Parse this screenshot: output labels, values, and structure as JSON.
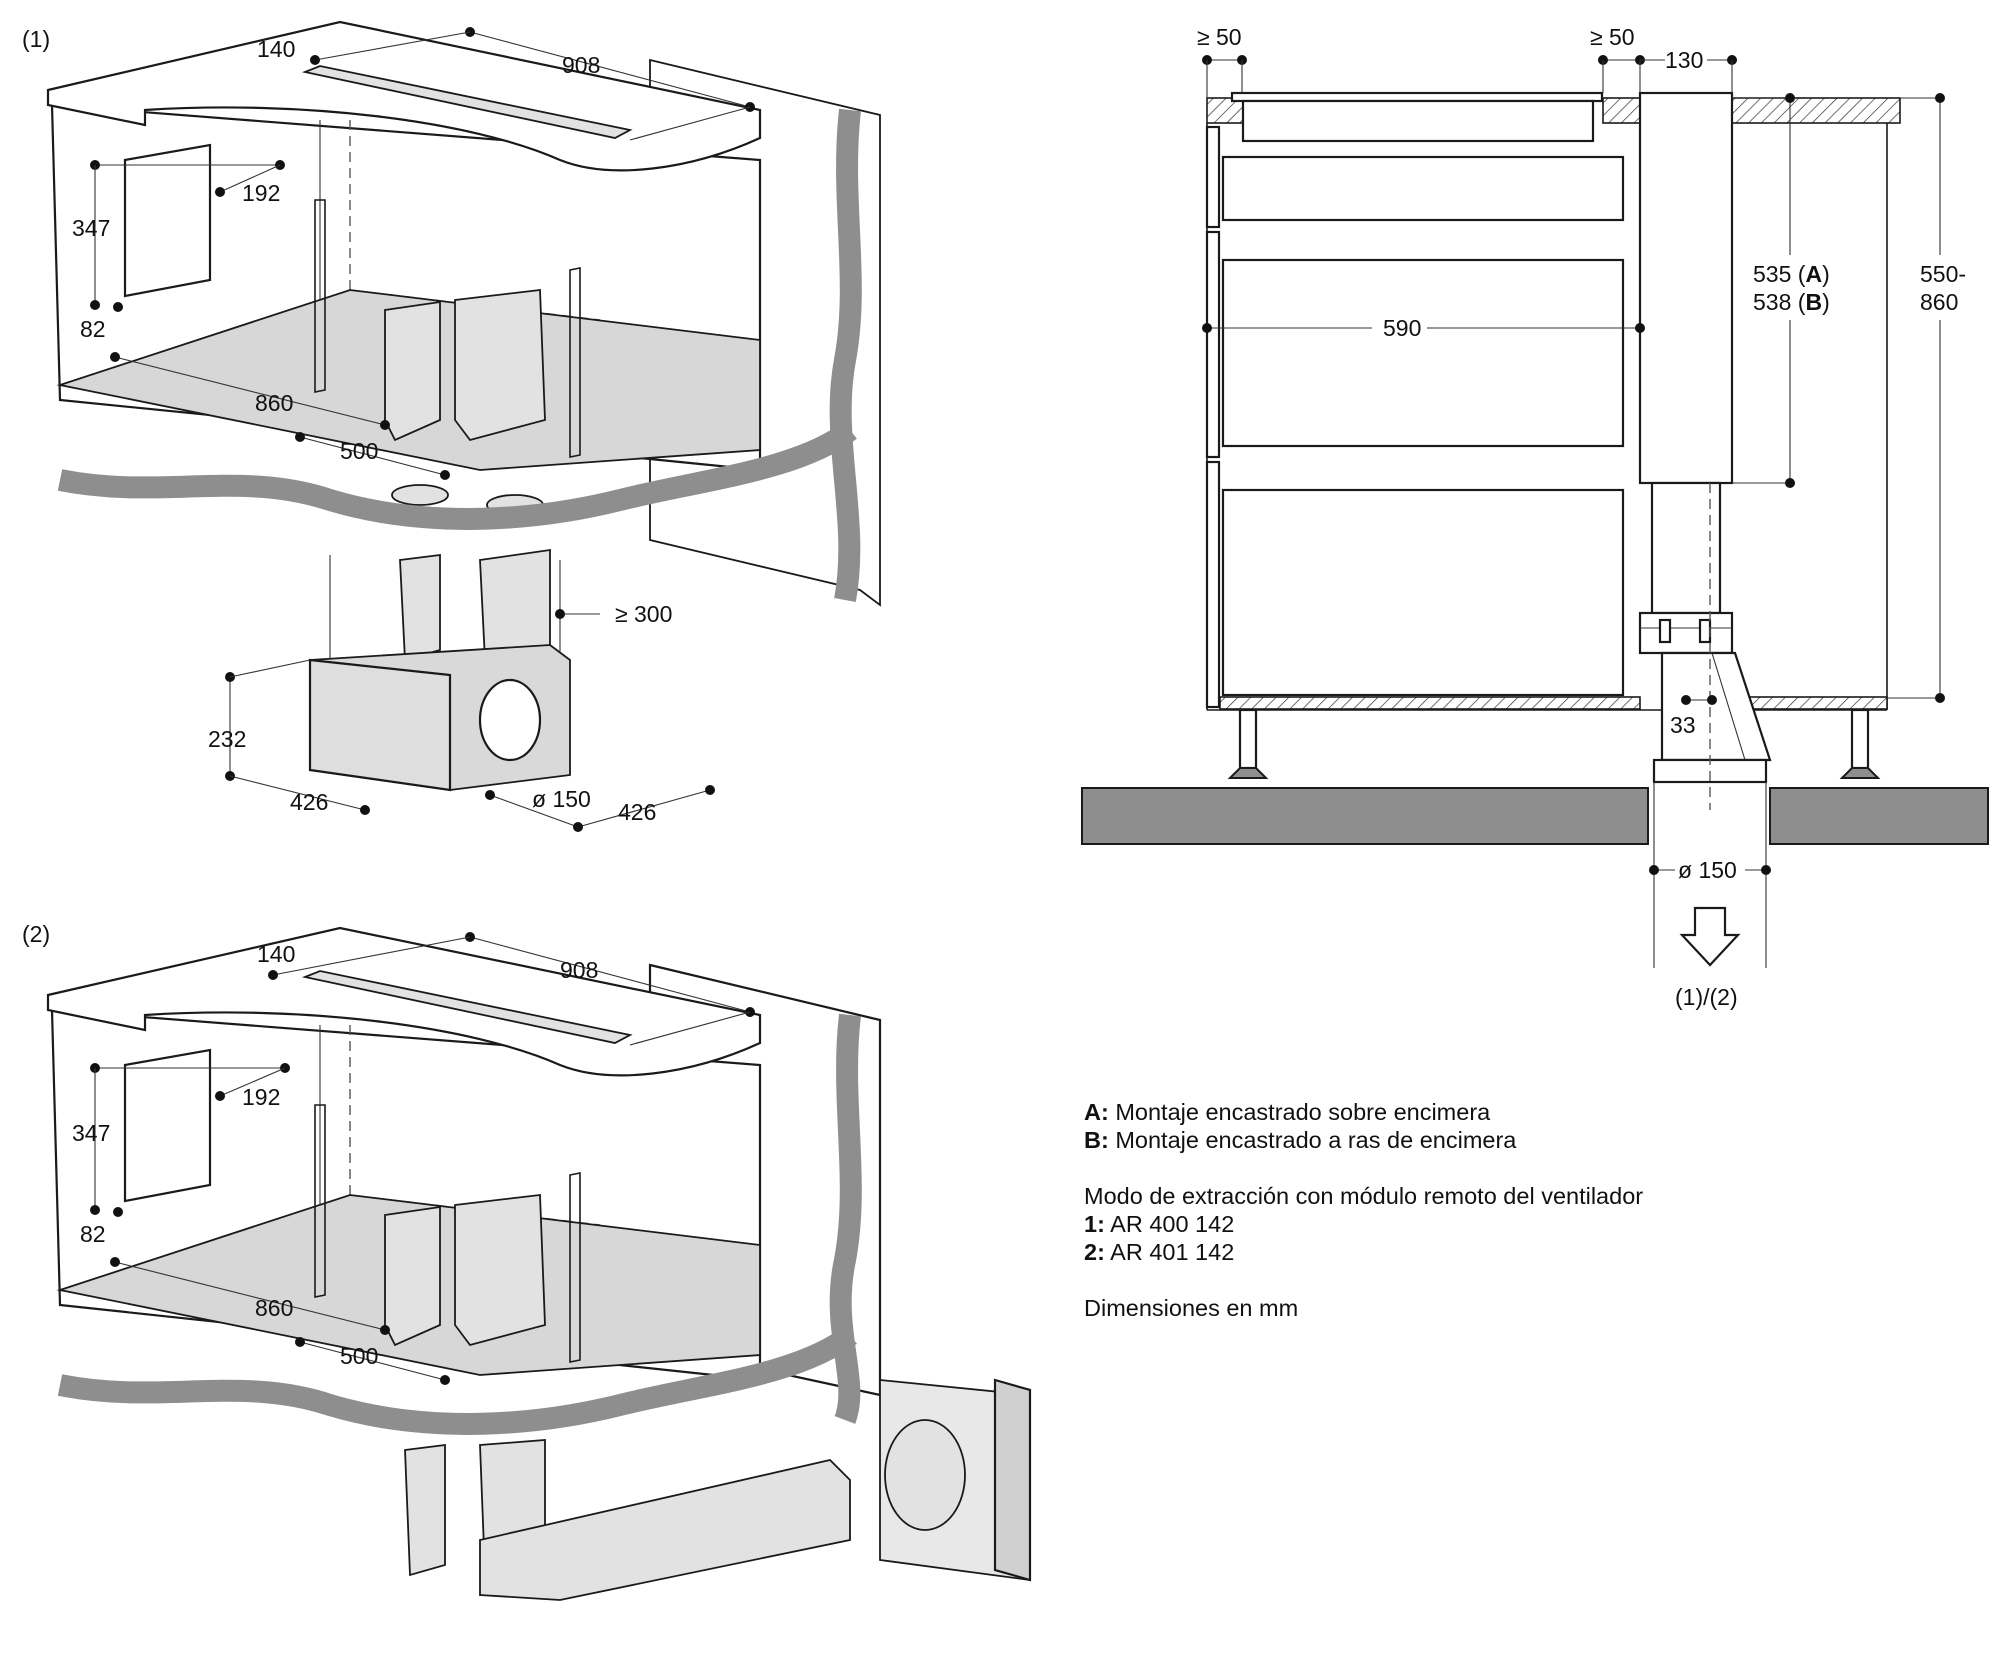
{
  "figure_labels": {
    "fig1": "(1)",
    "fig2": "(2)",
    "bottom": "(1)/(2)"
  },
  "fig1_dims": {
    "d140": "140",
    "d908": "908",
    "d192": "192",
    "d347": "347",
    "d82": "82",
    "d860": "860",
    "d500": "500",
    "d300": "≥ 300",
    "d232": "232",
    "d426a": "426",
    "d426b": "426",
    "d150": "ø 150"
  },
  "fig2_dims": {
    "d140": "140",
    "d908": "908",
    "d192": "192",
    "d347": "347",
    "d82": "82",
    "d860": "860",
    "d500": "500"
  },
  "side_dims": {
    "min50a": "≥ 50",
    "min50b": "≥ 50",
    "d130": "130",
    "d590": "590",
    "d535": "535 (",
    "d535b": "A",
    "d535c": ")",
    "d538": "538 (",
    "d538b": "B",
    "d538c": ")",
    "d550": "550-",
    "d860": "860",
    "d33": "33",
    "d150": "ø 150"
  },
  "legend": {
    "a_key": "A:",
    "a_text": "Montaje encastrado sobre encimera",
    "b_key": "B:",
    "b_text": "Montaje encastrado a ras de encimera",
    "mode": "Modo de extracción con módulo remoto del ventilador",
    "k1": "1:",
    "v1": "AR 400 142",
    "k2": "2:",
    "v2": "AR 401 142",
    "units": "Dimensiones en mm"
  }
}
